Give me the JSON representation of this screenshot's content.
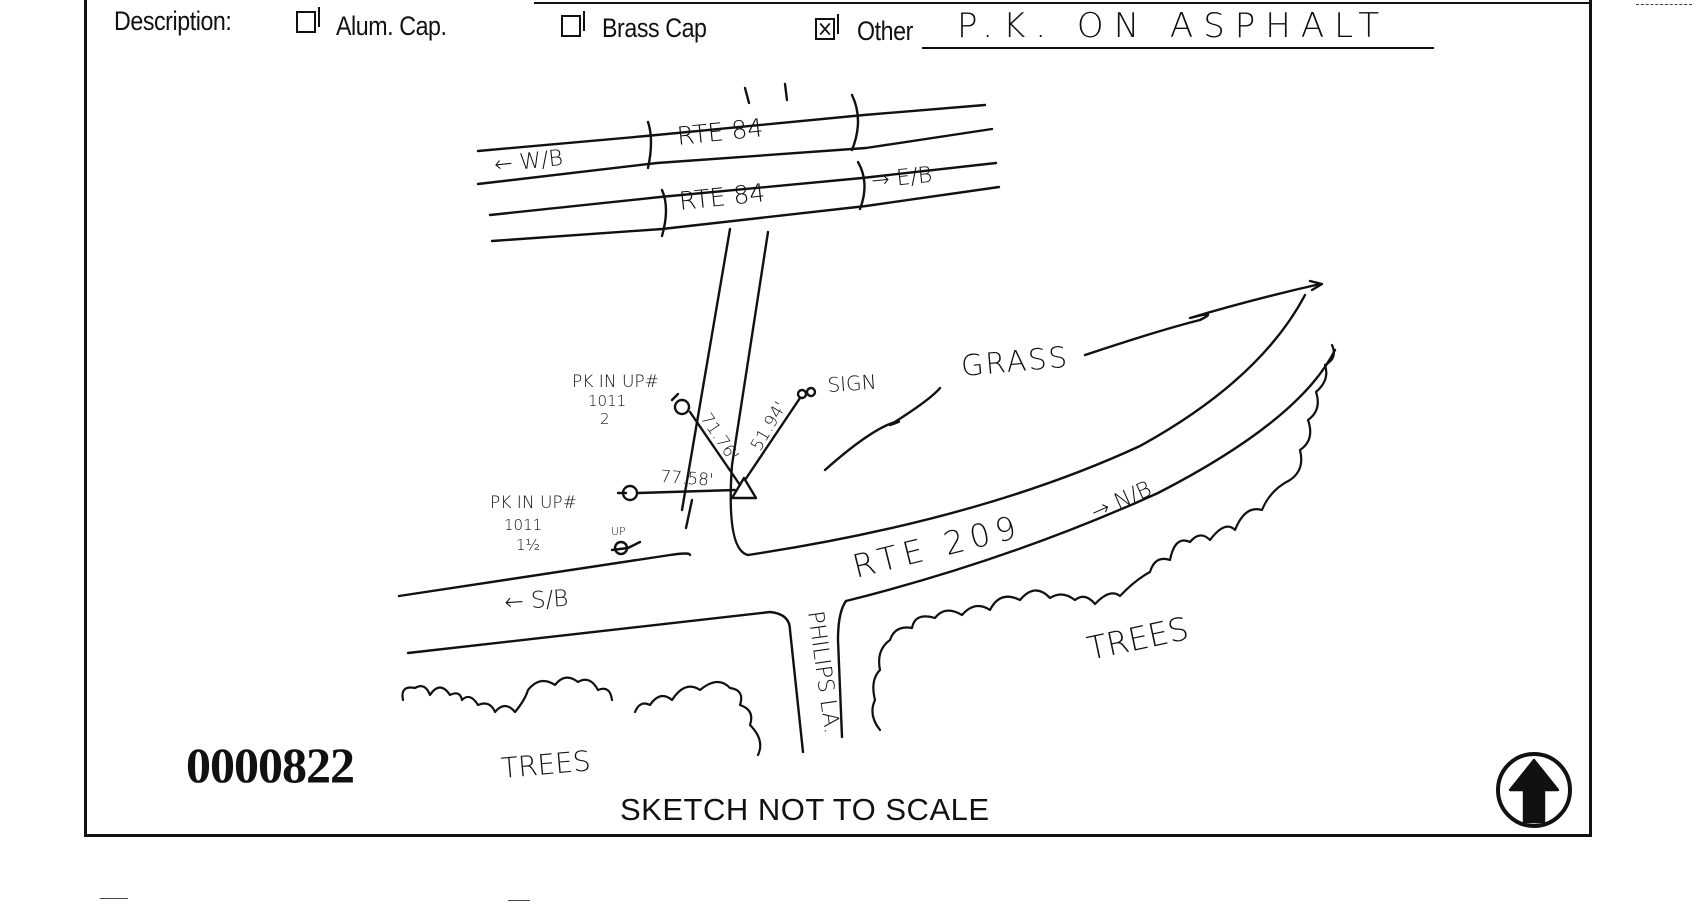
{
  "description": {
    "label": "Description:",
    "options": [
      {
        "label": "Alum. Cap.",
        "checked": false
      },
      {
        "label": "Brass Cap",
        "checked": false
      },
      {
        "label": "Other",
        "checked": true
      }
    ],
    "other_value": "P.K. ON ASPHALT"
  },
  "sketch": {
    "road_labels": {
      "rte84_top": "RTE 84",
      "rte84_bottom": "RTE 84",
      "westbound": "← W/B",
      "eastbound": "→ E/B",
      "rte209": "RTE 209",
      "northbound": "→ N/B",
      "southbound": "← S/B",
      "philips_la": "PHILIPS LA."
    },
    "area_labels": {
      "grass": "GRASS",
      "trees_left": "TREES",
      "trees_right": "TREES"
    },
    "reference_points": [
      {
        "label": "PK IN UP#",
        "number": "1011",
        "suffix": "2"
      },
      {
        "label": "PK IN UP#",
        "number": "1011",
        "suffix": "1½"
      },
      {
        "label": "UP"
      },
      {
        "label": "SIGN"
      }
    ],
    "distances": [
      "77.58'",
      "71.76'",
      "51.94'"
    ]
  },
  "record_number": "0000822",
  "note": "SKETCH NOT TO SCALE",
  "north_arrow": "north-arrow-icon"
}
